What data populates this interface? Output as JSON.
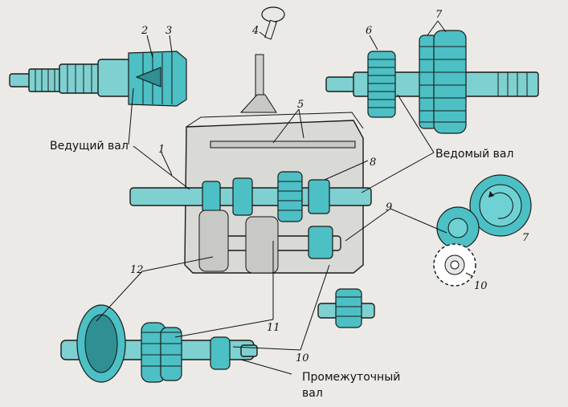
{
  "captions": {
    "drive_shaft": "Ведущий вал",
    "driven_shaft": "Ведомый вал",
    "intermediate_shaft_line1": "Промежуточный",
    "intermediate_shaft_line2": "вал"
  },
  "numbers": {
    "n1": "1",
    "n2": "2",
    "n3": "3",
    "n4": "4",
    "n5": "5",
    "n6": "6",
    "n7a": "7",
    "n7b": "7",
    "n8": "8",
    "n9": "9",
    "n10a": "10",
    "n10b": "10",
    "n11": "11",
    "n12": "12"
  },
  "colors": {
    "cyan": "#4cc0c4",
    "cyan_light": "#7fd0d0",
    "casing": "#d9d9d6",
    "background": "#ebeae6"
  }
}
